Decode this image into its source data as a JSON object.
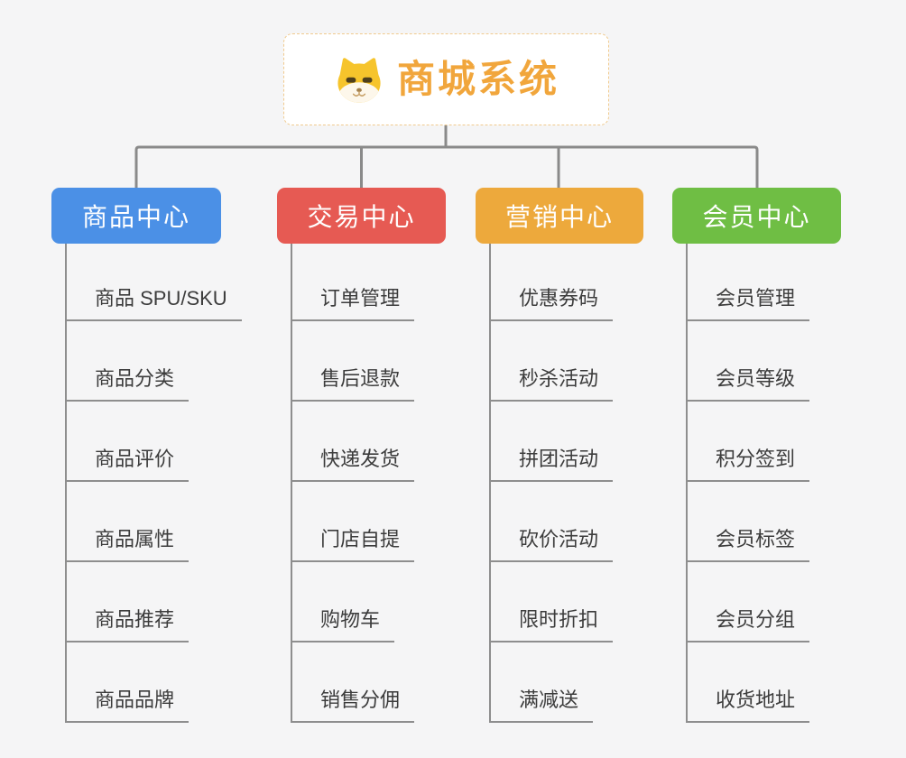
{
  "root": {
    "title": "商城系统",
    "icon": "dog-face-icon",
    "accent_color": "#F1A63C",
    "border_color": "#F0CA8E"
  },
  "connector_color": "#8A8A8A",
  "background_color": "#F5F5F6",
  "branches": [
    {
      "label": "商品中心",
      "color": "#4B90E6",
      "items": [
        "商品 SPU/SKU",
        "商品分类",
        "商品评价",
        "商品属性",
        "商品推荐",
        "商品品牌"
      ]
    },
    {
      "label": "交易中心",
      "color": "#E65A53",
      "items": [
        "订单管理",
        "售后退款",
        "快递发货",
        "门店自提",
        "购物车",
        "销售分佣"
      ]
    },
    {
      "label": "营销中心",
      "color": "#EDA93C",
      "items": [
        "优惠券码",
        "秒杀活动",
        "拼团活动",
        "砍价活动",
        "限时折扣",
        "满减送"
      ]
    },
    {
      "label": "会员中心",
      "color": "#6FBE44",
      "items": [
        "会员管理",
        "会员等级",
        "积分签到",
        "会员标签",
        "会员分组",
        "收货地址"
      ]
    }
  ]
}
